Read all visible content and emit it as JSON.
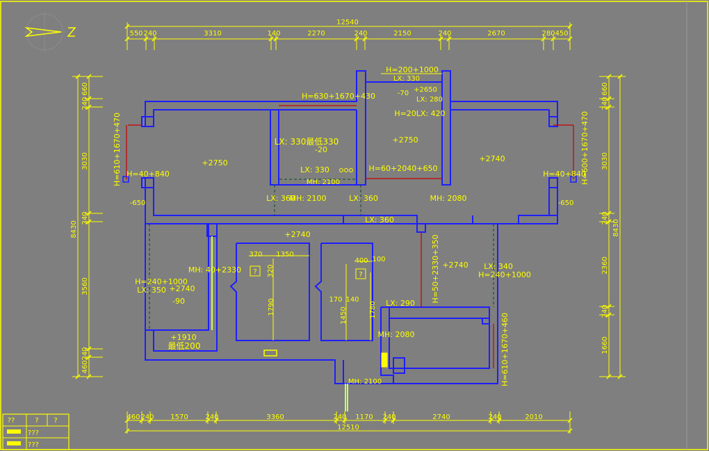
{
  "top_dims": {
    "total": "12540",
    "segments": [
      "550",
      "240",
      "3310",
      "140",
      "2270",
      "240",
      "2150",
      "240",
      "2670",
      "280",
      "450"
    ]
  },
  "bottom_dims": {
    "total": "12510",
    "segments": [
      "460",
      "240",
      "1570",
      "240",
      "3360",
      "240",
      "1170",
      "240",
      "2740",
      "240",
      "2010"
    ]
  },
  "left_dims": {
    "total": "8430",
    "segments": [
      "660",
      "240",
      "3030",
      "240",
      "3560",
      "240",
      "460"
    ]
  },
  "right_dims": {
    "total": "8430",
    "segments": [
      "660",
      "240",
      "3030",
      "240",
      "2360",
      "240",
      "1660"
    ]
  },
  "labels": {
    "h_top": "H=200+1000",
    "lx_330a": "LX: 330",
    "h_630": "H=630+1670+430",
    "minus70": "-70",
    "plus2650": "+2650",
    "lx_280": "LX: 280",
    "h_20lx420": "H=20LX: 420",
    "h_left": "H=610+1670+470",
    "h_right": "H=600+1670+470",
    "h_40_840": "H=40+840",
    "h_40_840r": "H=40+840",
    "minus650l": "-650",
    "minus650r": "-650",
    "plus2750a": "+2750",
    "lx330_min": "LX: 330最低330",
    "minus20": "-20",
    "plus2750b": "+2750",
    "plus2740a": "+2740",
    "lx_330b": "LX: 330",
    "h_60": "H=60+2040+650",
    "mh_2100a": "MH: 2100",
    "lx_360a": "LX: 360",
    "mh_2100b": "MH: 2100",
    "lx_360b": "LX: 360",
    "mh_2080a": "MH: 2080",
    "lx_360c": "LX: 360",
    "plus2740b": "+2740",
    "mh_40": "MH: 40+2330",
    "d370": "370",
    "d1350": "1350",
    "d320": "320",
    "d400": "400",
    "d100": "100",
    "h_240": "H=240+1000",
    "lx_350": "LX: 350",
    "plus2740c": "+2740",
    "minus90": "-90",
    "d1790": "1790",
    "d170": "170",
    "d140": "140",
    "d1450": "1450",
    "d1780": "1780",
    "h_50": "H=50+2330+350",
    "plus2740d": "+2740",
    "lx_340": "LX: 340",
    "h_240r": "H=240+1000",
    "lx_290": "LX: 290",
    "plus1910": "+1910",
    "min200": "最低200",
    "mh_2080b": "MH: 2080",
    "h_610r": "H=610+1670+460",
    "mh_2100c": "MH: 2100",
    "q": "?"
  },
  "legend": {
    "header": [
      "??",
      "?",
      "?"
    ],
    "row1": "???",
    "row2": "???"
  },
  "colors": {
    "background": "#7f7f7f",
    "dimension": "#ffff00",
    "wall": "#1e1eff",
    "window": "#c80000",
    "door": "#c8ff64"
  }
}
